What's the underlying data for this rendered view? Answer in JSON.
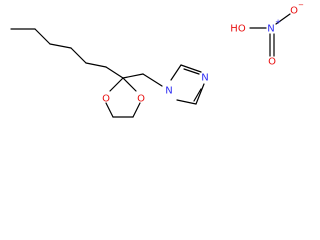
{
  "molecule": {
    "atoms": {
      "o_ring_left": "O",
      "o_ring_right": "O",
      "n_imidazole_1": "N",
      "n_imidazole_3": "N"
    }
  },
  "nitric_acid": {
    "atoms": {
      "hydroxyl": "HO",
      "nitrogen": "N",
      "nitrogen_charge": "+",
      "o_double": "O",
      "o_single": "O",
      "o_charge": "−"
    }
  },
  "colors": {
    "bond": "#000000",
    "oxygen": "#e81010",
    "nitrogen": "#2c2cf2",
    "background": "#ffffff"
  }
}
